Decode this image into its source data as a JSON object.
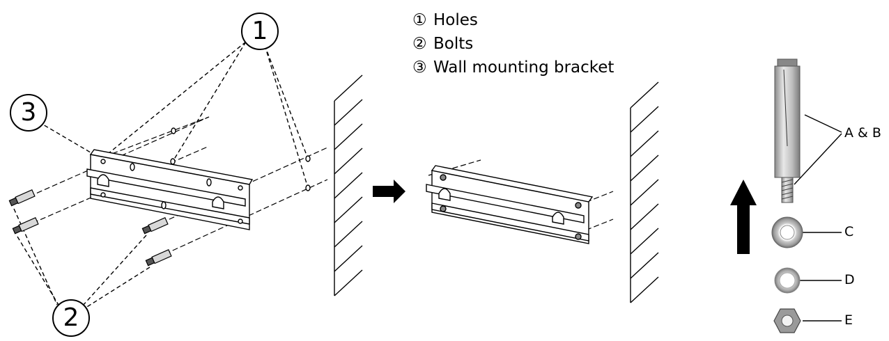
{
  "legend": {
    "items": [
      {
        "num": "①",
        "text": "Holes"
      },
      {
        "num": "②",
        "text": "Bolts"
      },
      {
        "num": "③",
        "text": "Wall mounting bracket"
      }
    ]
  },
  "callouts": {
    "holes": "1",
    "bolts": "2",
    "bracket": "3"
  },
  "parts": {
    "a_b": "A & B",
    "c": "C",
    "d": "D",
    "e": "E"
  }
}
